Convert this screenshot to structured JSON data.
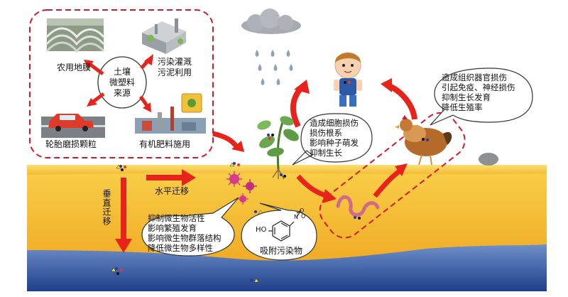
{
  "colors": {
    "soil_top": "#f7c531",
    "soil_bottom": "#f0a51a",
    "water": "#2c5aa6",
    "arrow": "#e8231c",
    "dashed_box": "#d6192a",
    "plastic_dots": [
      "#2b3a9c",
      "#e23a2a",
      "#f2e23a",
      "#111111"
    ]
  },
  "sources": {
    "center": "土壤\n微塑料\n来源",
    "film": "农用地膜",
    "irrigation": "污染灌溉\n污泥利用",
    "tire": "轮胎磨损颗粒",
    "fertilizer": "有机肥料施用"
  },
  "migration": {
    "horizontal": "水平迁移",
    "vertical": "垂直迁移"
  },
  "effects": {
    "microbe": "抑制微生物活性\n影响繁殖发育\n影响微生物群落结构\n降低微生物多样性",
    "adsorb": "吸附污染物",
    "plant": "造成细胞损伤\n损伤根系\n影响种子萌发\n抑制生长",
    "animal": "造成组织器官损伤\n引起免疫、神经损伤\n抑制生长发育\n降低生殖率"
  },
  "molecule": {
    "ho": "HO",
    "nitro": [
      "N",
      "O",
      "O"
    ]
  },
  "icons": [
    "greenhouse-film-icon",
    "factory-icon",
    "car-icon",
    "fertilizer-plant-icon",
    "rain-cloud-icon",
    "child-icon",
    "plant-icon",
    "chicken-icon",
    "earthworm-icon",
    "rock-icon",
    "bacteria-icon"
  ]
}
